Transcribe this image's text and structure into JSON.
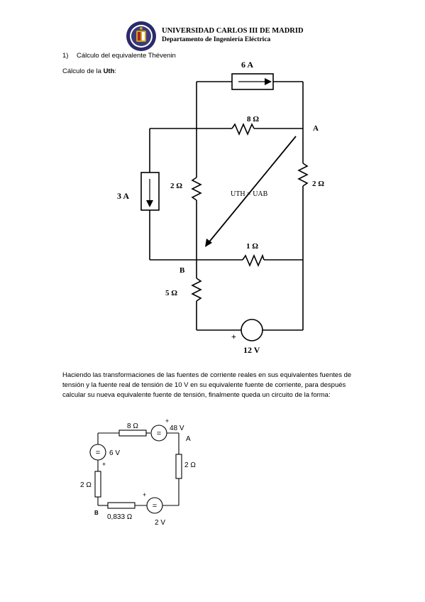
{
  "header": {
    "university": "UNIVERSIDAD CARLOS III DE MADRID",
    "department": "Departamento de Ingeniería Eléctrica"
  },
  "section": {
    "number": "1)",
    "title": "Cálculo del equivalente Thévenin",
    "subtitle_prefix": "Cálculo de la ",
    "subtitle_bold": "Uth",
    "subtitle_suffix": ":"
  },
  "circuit1": {
    "current_source_top": "6 A",
    "current_source_left": "3 A",
    "r_top": "8 Ω",
    "r_left_mid": "2 Ω",
    "r_right": "2 Ω",
    "r_bottom_mid": "1 Ω",
    "r_bottom_left": "5 Ω",
    "node_a": "A",
    "node_b": "B",
    "voltage_label": "UTH = UAB",
    "source_voltage": "12 V",
    "plus": "+"
  },
  "paragraph": "Haciendo las transformaciones de las fuentes de corriente reales en sus equivalentes fuentes de tensión y la fuente real de tensión de 10 V en su equivalente fuente de corriente, para después calcular su nueva equivalente fuente de tensión, finalmente queda un circuito de la forma:",
  "circuit2": {
    "r_top": "8 Ω",
    "v_top": "48 V",
    "node_a": "A",
    "v_left": "6 V",
    "r_right": "2 Ω",
    "r_left": "2 Ω",
    "node_b": "B",
    "r_bottom": "0,833 Ω",
    "v_bottom": "2 V",
    "eq_symbol": "=",
    "plus": "+"
  }
}
